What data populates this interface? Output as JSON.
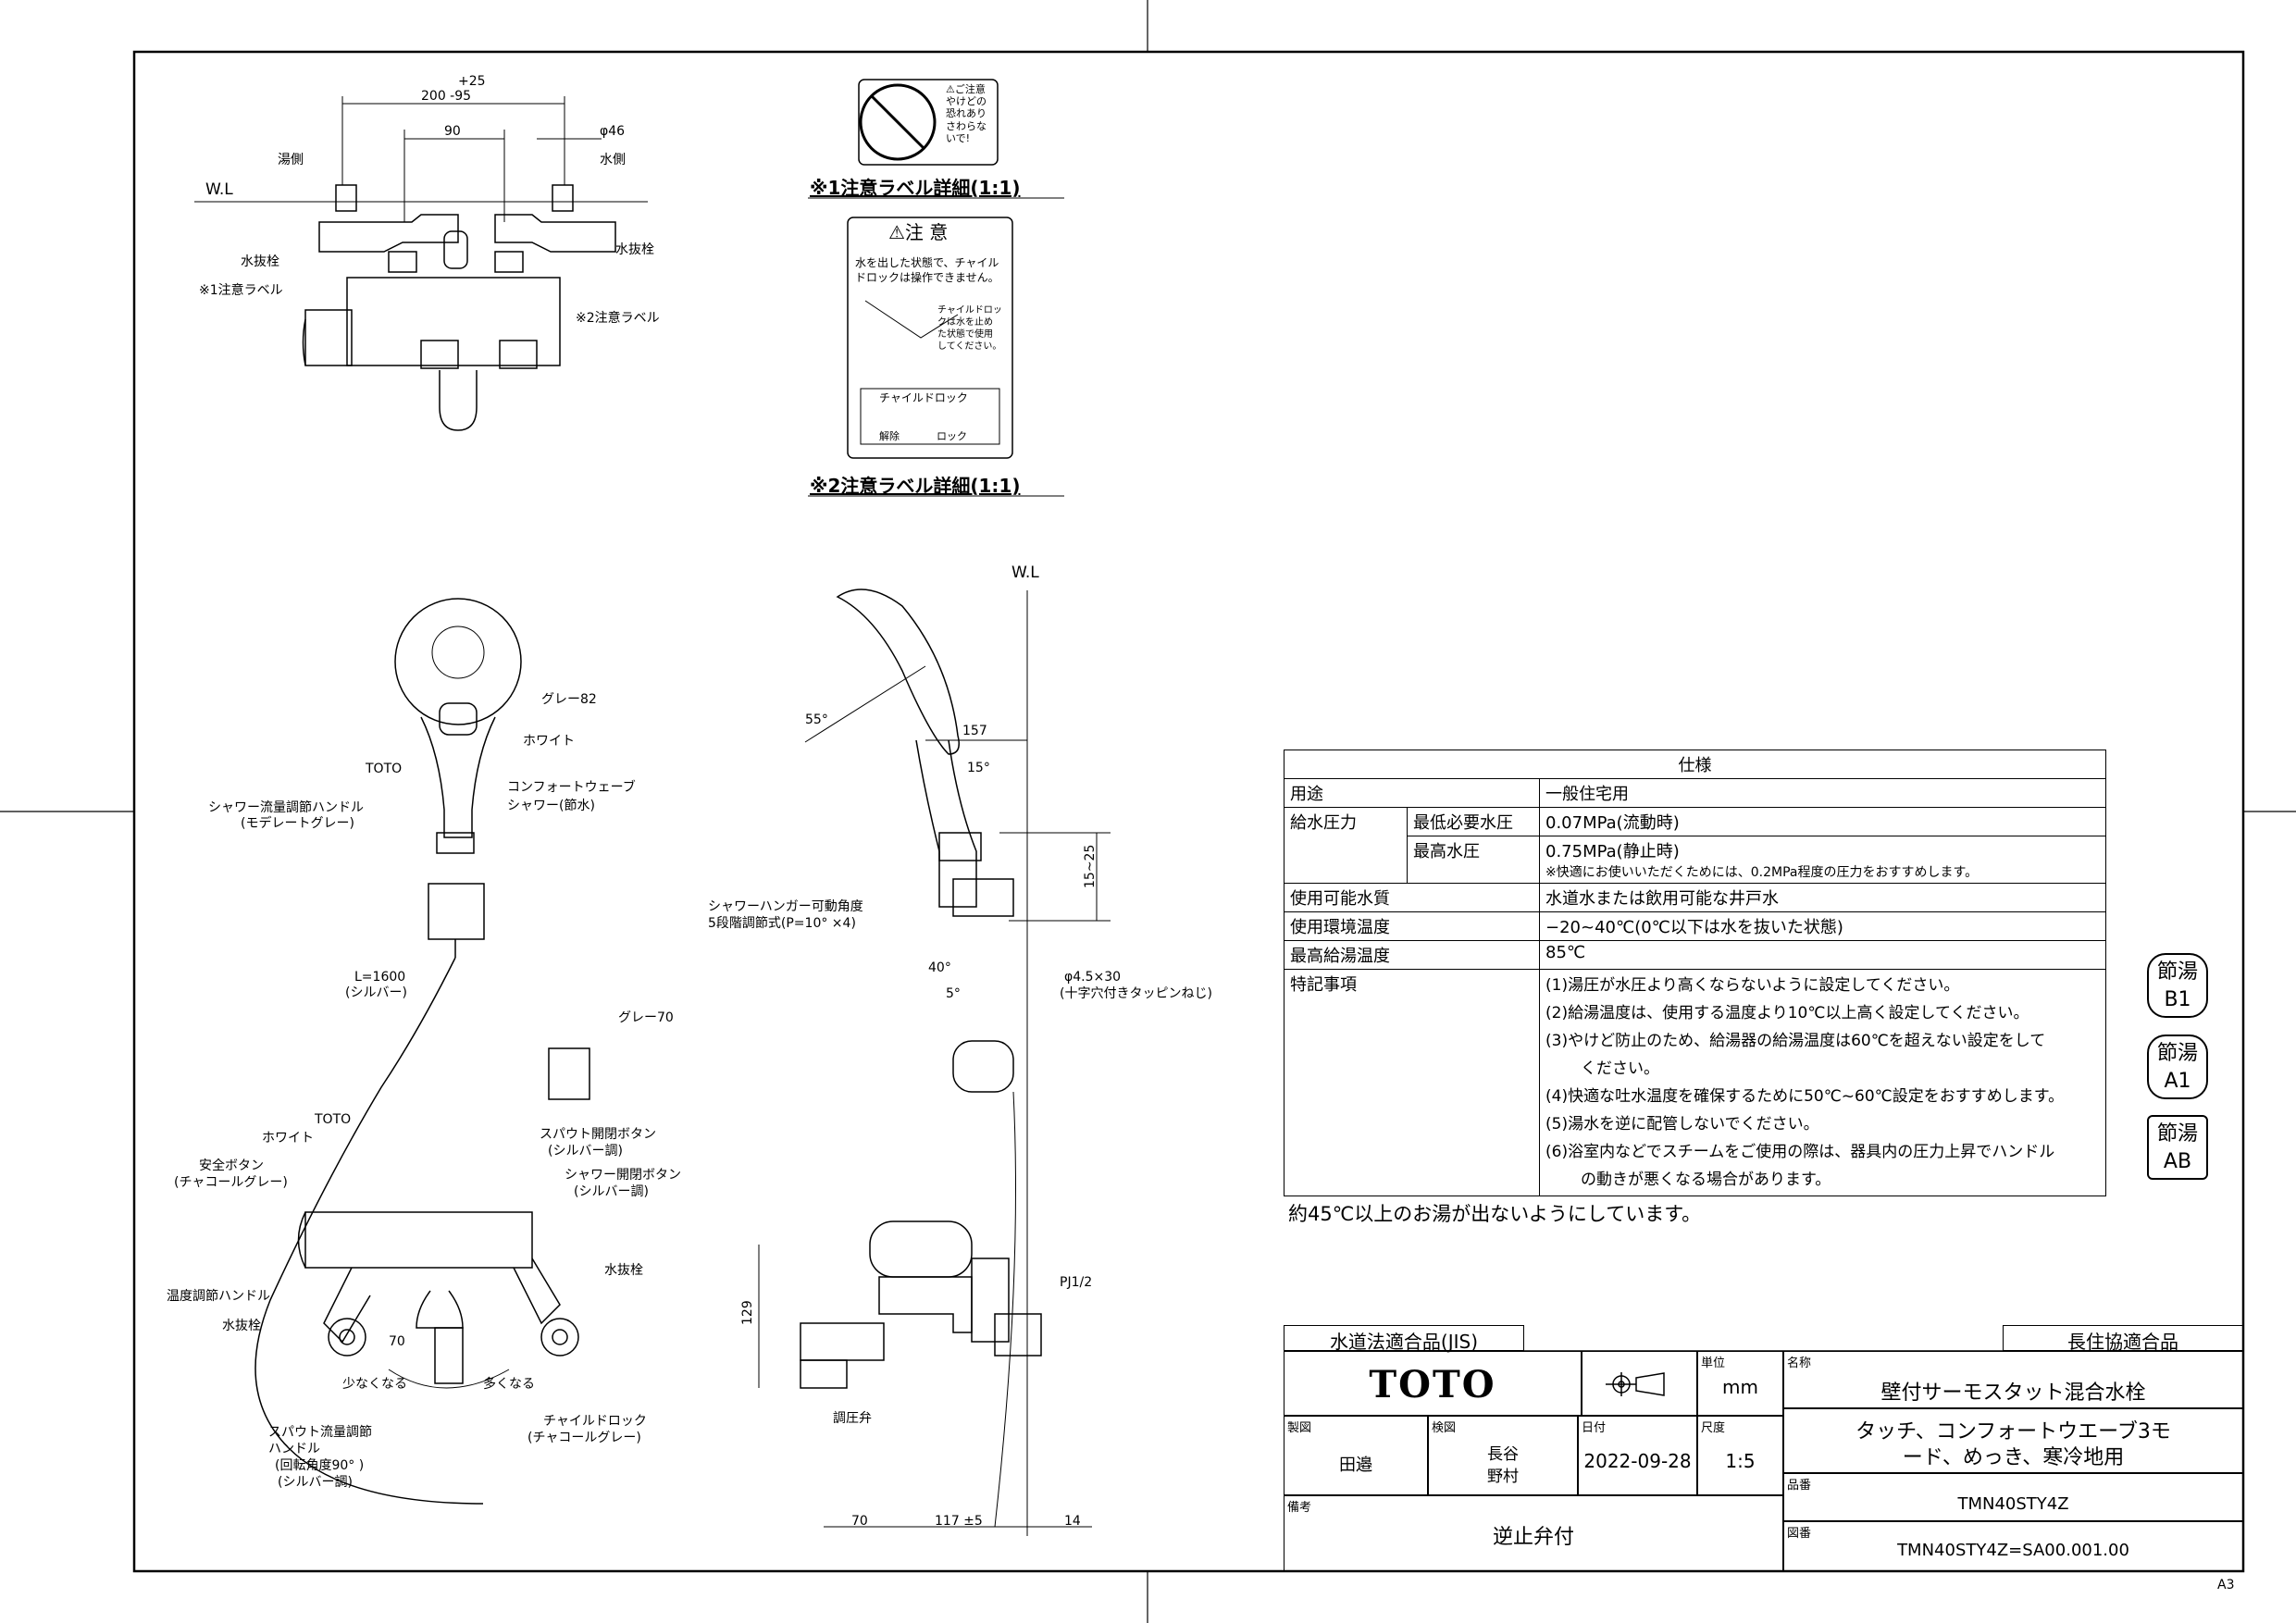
{
  "top_view": {
    "dim_total_plus": "+25",
    "dim_total": "200 -95",
    "dim_center": "90",
    "dim_dia": "φ46",
    "hot_side": "湯側",
    "cold_side": "水側",
    "wl": "W.L",
    "drain_left": "水抜栓",
    "drain_right": "水抜栓",
    "caution_label1": "※1注意ラベル",
    "caution_label2": "※2注意ラベル"
  },
  "label1": {
    "title": "※1注意ラベル詳細(1:1)",
    "text": "⚠ご注意 やけどの 恐れあり さわらな いで!"
  },
  "label2": {
    "title": "※2注意ラベル詳細(1:1)",
    "heading": "⚠注 意",
    "line1": "水を出した状態で、チャイル",
    "line2": "ドロックは操作できません。",
    "side1": "チャイルドロッ",
    "side2": "クは水を止め",
    "side3": "た状態で使用",
    "side4": "してください。",
    "lock_title": "チャイルドロック",
    "release": "解除",
    "lock": "ロック"
  },
  "shower": {
    "grey82": "グレー82",
    "white": "ホワイト",
    "toto": "TOTO",
    "comfort1": "コンフォートウェーブ",
    "comfort2": "シャワー(節水)",
    "flow_handle1": "シャワー流量調節ハンドル",
    "flow_handle2": "(モデレートグレー)",
    "hose1": "L=1600",
    "hose2": "(シルバー)",
    "grey70": "グレー70"
  },
  "side_view": {
    "wl": "W.L",
    "angle55": "55°",
    "dim157": "157",
    "angle15": "15°",
    "dim15_25": "15~25",
    "hanger1": "シャワーハンガー可動角度",
    "hanger2": "5段階調節式(P=10° ×4)",
    "angle40": "40°",
    "angle5": "5°",
    "screw1": "φ4.5×30",
    "screw2": "(十字穴付きタッピンねじ)",
    "pj": "PJ1/2",
    "dim129": "129",
    "valve": "調圧弁",
    "dim70": "70",
    "dim117": "117 ±5",
    "dim14": "14"
  },
  "front_view": {
    "toto": "TOTO",
    "white": "ホワイト",
    "safety1": "安全ボタン",
    "safety2": "(チャコールグレー)",
    "spout_btn1": "スパウト開閉ボタン",
    "spout_btn2": "(シルバー調)",
    "shower_btn1": "シャワー開閉ボタン",
    "shower_btn2": "(シルバー調)",
    "temp_handle": "温度調節ハンドル",
    "drain_left": "水抜栓",
    "drain_right": "水抜栓",
    "dim70": "70",
    "less": "少なくなる",
    "more": "多くなる",
    "spout_flow1": "スパウト流量調節",
    "spout_flow2": "ハンドル",
    "spout_flow3": "(回転角度90° )",
    "spout_flow4": "(シルバー調)",
    "child_lock1": "チャイルドロック",
    "child_lock2": "(チャコールグレー)"
  },
  "spec": {
    "title": "仕様",
    "rows": {
      "use_label": "用途",
      "use_value": "一般住宅用",
      "pressure_label": "給水圧力",
      "min_label": "最低必要水圧",
      "min_value": "0.07MPa(流動時)",
      "max_label": "最高水圧",
      "max_value": "0.75MPa(静止時)",
      "pressure_note": "※快適にお使いいただくためには、0.2MPa程度の圧力をおすすめします。",
      "water_label": "使用可能水質",
      "water_value": "水道水または飲用可能な井戸水",
      "env_label": "使用環境温度",
      "env_value": "−20~40℃(0℃以下は水を抜いた状態)",
      "hot_label": "最高給湯温度",
      "hot_value": "85℃",
      "notes_label": "特記事項"
    },
    "notes": [
      "(1)湯圧が水圧より高くならないように設定してください。",
      "(2)給湯温度は、使用する温度より10℃以上高く設定してください。",
      "(3)やけど防止のため、給湯器の給湯温度は60℃を超えない設定をして",
      "ください。",
      "(4)快適な吐水温度を確保するために50℃~60℃設定をおすすめします。",
      "(5)湯水を逆に配管しないでください。",
      "(6)浴室内などでスチームをご使用の際は、器具内の圧力上昇でハンドル",
      "の動きが悪くなる場合があります。"
    ],
    "footnote": "約45℃以上のお湯が出ないようにしています。"
  },
  "badges": [
    {
      "top": "節湯",
      "bottom": "B1"
    },
    {
      "top": "節湯",
      "bottom": "A1"
    },
    {
      "top": "節湯",
      "bottom": "AB"
    }
  ],
  "title_block": {
    "jis": "水道法適合品(JIS)",
    "choju": "長住協適合品",
    "logo": "TOTO",
    "unit_label": "単位",
    "unit": "mm",
    "name_label": "名称",
    "name": "壁付サーモスタット混合水栓",
    "desc1": "タッチ、コンフォートウエーブ3モ",
    "desc2": "ード、めっき、寒冷地用",
    "drawn_label": "製図",
    "drawn": "田邉",
    "checked_label": "検図",
    "checked1": "長谷",
    "checked2": "野村",
    "date_label": "日付",
    "date": "2022-09-28",
    "scale_label": "尺度",
    "scale": "1:5",
    "model_label": "品番",
    "model": "TMN40STY4Z",
    "remarks_label": "備考",
    "remarks": "逆止弁付",
    "drawing_label": "図番",
    "drawing": "TMN40STY4Z=SA00.001.00",
    "paper": "A3"
  }
}
